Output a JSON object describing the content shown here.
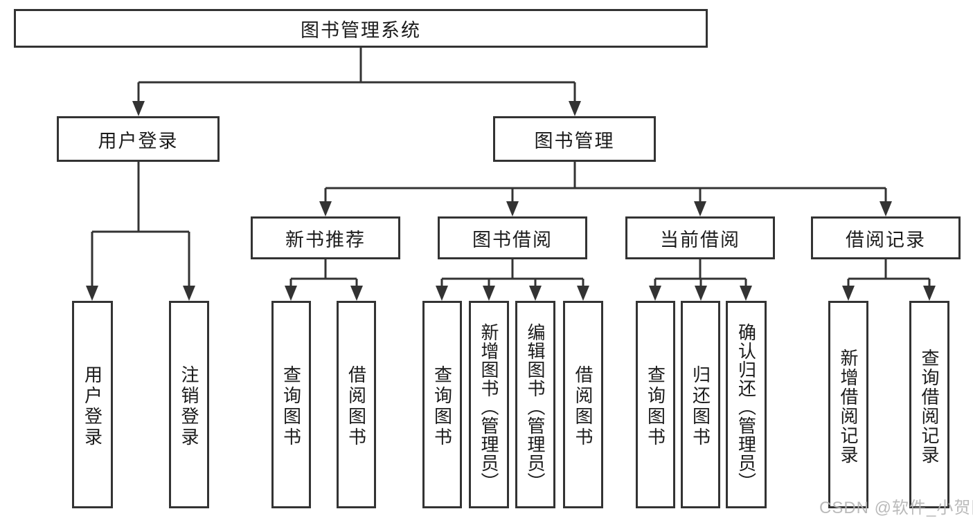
{
  "diagram": {
    "type": "hierarchy-tree",
    "root": "图书管理系统",
    "branches": [
      {
        "label": "用户登录",
        "children": [
          "用户登录",
          "注销登录"
        ]
      },
      {
        "label": "图书管理",
        "groups": [
          {
            "label": "新书推荐",
            "children": [
              "查询图书",
              "借阅图书"
            ]
          },
          {
            "label": "图书借阅",
            "children": [
              "查询图书",
              "新增图书（管理员）",
              "编辑图书（管理员）",
              "借阅图书"
            ]
          },
          {
            "label": "当前借阅",
            "children": [
              "查询图书",
              "归还图书",
              "确认归还（管理员）"
            ]
          },
          {
            "label": "借阅记录",
            "children": [
              "新增借阅记录",
              "查询借阅记录"
            ]
          }
        ]
      }
    ]
  },
  "watermark": "CSDN @软件_小贺同学",
  "colors": {
    "line": "#333333",
    "box_border": "#333333",
    "text": "#1b1b1b",
    "background": "#ffffff",
    "watermark": "#b3b3b3"
  }
}
